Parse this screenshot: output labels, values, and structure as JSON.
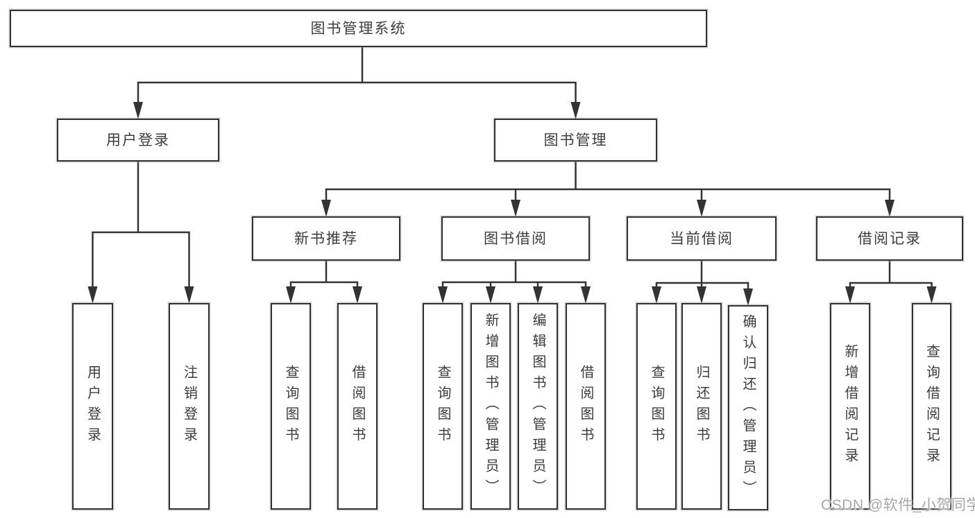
{
  "diagram": {
    "title": "图书管理系统",
    "watermark": "CSDN @软件_小贺同学",
    "colors": {
      "line": "#333333",
      "box_border": "#313131",
      "box_fill": "#ffffff",
      "text": "#3c3c3c",
      "watermark": "#a6a6a6",
      "background": "#ffffff"
    },
    "nodes": [
      {
        "id": "root",
        "label": "图书管理系统"
      },
      {
        "id": "user-login",
        "label": "用户登录"
      },
      {
        "id": "book-mgmt",
        "label": "图书管理"
      },
      {
        "id": "new-book-rec",
        "label": "新书推荐"
      },
      {
        "id": "book-borrow",
        "label": "图书借阅"
      },
      {
        "id": "current-borrow",
        "label": "当前借阅"
      },
      {
        "id": "borrow-record",
        "label": "借阅记录"
      },
      {
        "id": "user-login-leaf",
        "label": "用户登录"
      },
      {
        "id": "logout-leaf",
        "label": "注销登录"
      },
      {
        "id": "nbr-query-books",
        "label": "查询图书"
      },
      {
        "id": "nbr-borrow-books",
        "label": "借阅图书"
      },
      {
        "id": "bb-query-books",
        "label": "查询图书"
      },
      {
        "id": "bb-add-books",
        "label": "新增图书（管理员）"
      },
      {
        "id": "bb-edit-books",
        "label": "编辑图书（管理员）"
      },
      {
        "id": "bb-borrow-books",
        "label": "借阅图书"
      },
      {
        "id": "cb-query-books",
        "label": "查询图书"
      },
      {
        "id": "cb-return-books",
        "label": "归还图书"
      },
      {
        "id": "cb-confirm-return",
        "label": "确认归还（管理员）"
      },
      {
        "id": "br-add-record",
        "label": "新增借阅记录"
      },
      {
        "id": "br-query-record",
        "label": "查询借阅记录"
      }
    ],
    "edges": [
      [
        "root",
        "user-login"
      ],
      [
        "root",
        "book-mgmt"
      ],
      [
        "user-login",
        "user-login-leaf"
      ],
      [
        "user-login",
        "logout-leaf"
      ],
      [
        "book-mgmt",
        "new-book-rec"
      ],
      [
        "book-mgmt",
        "book-borrow"
      ],
      [
        "book-mgmt",
        "current-borrow"
      ],
      [
        "book-mgmt",
        "borrow-record"
      ],
      [
        "new-book-rec",
        "nbr-query-books"
      ],
      [
        "new-book-rec",
        "nbr-borrow-books"
      ],
      [
        "book-borrow",
        "bb-query-books"
      ],
      [
        "book-borrow",
        "bb-add-books"
      ],
      [
        "book-borrow",
        "bb-edit-books"
      ],
      [
        "book-borrow",
        "bb-borrow-books"
      ],
      [
        "current-borrow",
        "cb-query-books"
      ],
      [
        "current-borrow",
        "cb-return-books"
      ],
      [
        "current-borrow",
        "cb-confirm-return"
      ],
      [
        "borrow-record",
        "br-add-record"
      ],
      [
        "borrow-record",
        "br-query-record"
      ]
    ]
  }
}
